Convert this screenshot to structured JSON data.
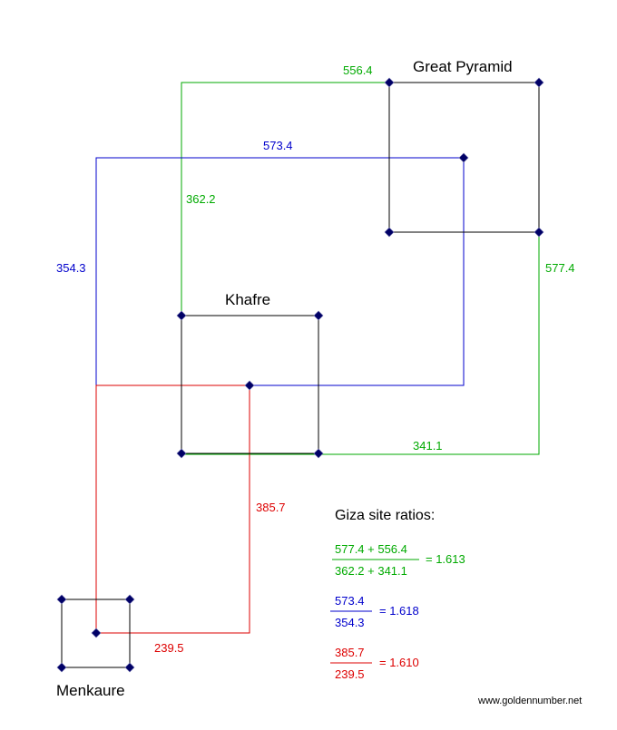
{
  "colors": {
    "green": "#00aa00",
    "blue": "#0000cc",
    "red": "#dd0000",
    "outline": "#000000",
    "marker": "#000066"
  },
  "pyramids": {
    "great": "Great Pyramid",
    "khafre": "Khafre",
    "menkaure": "Menkaure"
  },
  "dimensions": {
    "green_top": "556.4",
    "green_left": "362.2",
    "green_right": "577.4",
    "green_bottom": "341.1",
    "blue_top": "573.4",
    "blue_left": "354.3",
    "red_right": "385.7",
    "red_bottom": "239.5"
  },
  "ratios": {
    "title": "Giza site ratios:",
    "green": {
      "numerator": "577.4 + 556.4",
      "denominator": "362.2 + 341.1",
      "result": "= 1.613"
    },
    "blue": {
      "numerator": "573.4",
      "denominator": "354.3",
      "result": "= 1.618"
    },
    "red": {
      "numerator": "385.7",
      "denominator": "239.5",
      "result": "= 1.610"
    }
  },
  "footer": {
    "site": "www.goldennumber.net"
  }
}
